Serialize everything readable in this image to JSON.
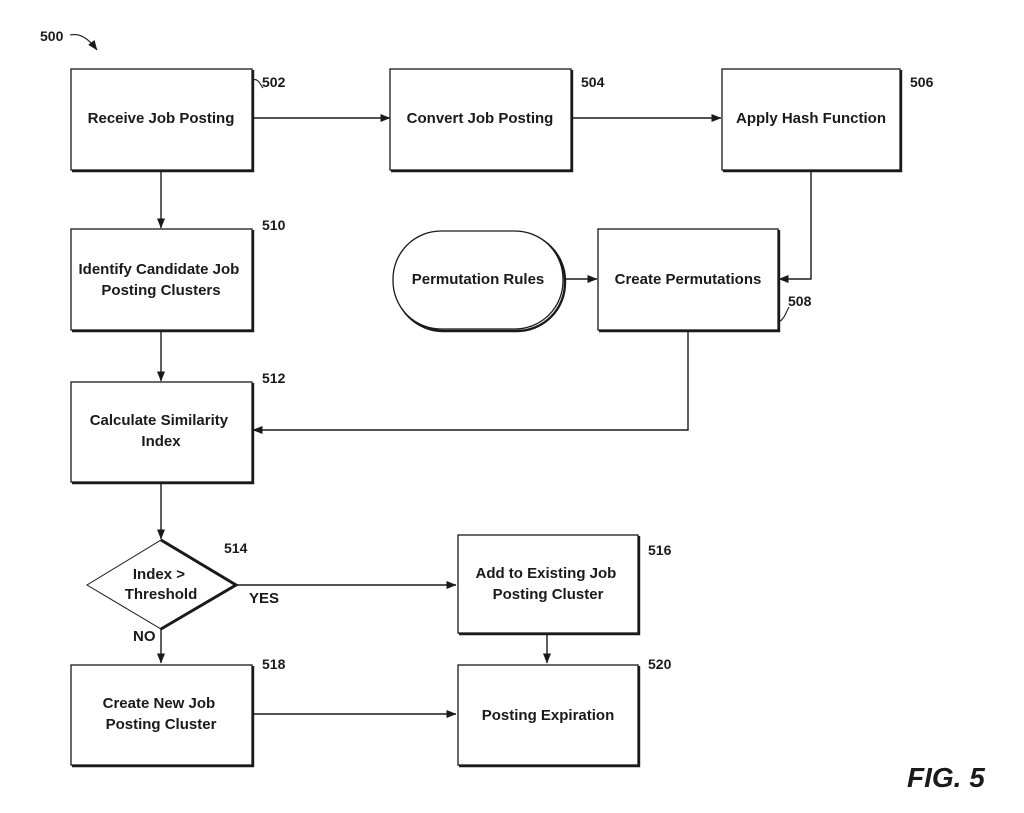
{
  "figure": {
    "ref": "500",
    "label": "FIG. 5"
  },
  "nodes": {
    "receive": {
      "ref": "502",
      "lines": [
        "Receive Job Posting"
      ]
    },
    "convert": {
      "ref": "504",
      "lines": [
        "Convert Job Posting"
      ]
    },
    "hash": {
      "ref": "506",
      "lines": [
        "Apply Hash Function"
      ]
    },
    "permutations": {
      "ref": "508",
      "lines": [
        "Create Permutations"
      ]
    },
    "rules": {
      "lines": [
        "Permutation Rules"
      ]
    },
    "candidates": {
      "ref": "510",
      "lines": [
        "Identify Candidate Job",
        "Posting Clusters"
      ]
    },
    "similarity": {
      "ref": "512",
      "lines": [
        "Calculate Similarity",
        "Index"
      ]
    },
    "decision": {
      "ref": "514",
      "lines": [
        "Index >",
        "Threshold"
      ]
    },
    "add_existing": {
      "ref": "516",
      "lines": [
        "Add to Existing Job",
        "Posting Cluster"
      ]
    },
    "create_new": {
      "ref": "518",
      "lines": [
        "Create New Job",
        "Posting Cluster"
      ]
    },
    "expiration": {
      "ref": "520",
      "lines": [
        "Posting Expiration"
      ]
    }
  },
  "edge_labels": {
    "yes": "YES",
    "no": "NO"
  }
}
